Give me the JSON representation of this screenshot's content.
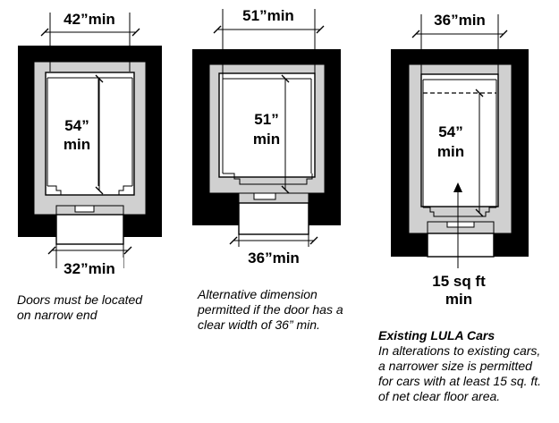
{
  "diagram_a": {
    "top_dim": "42”min",
    "depth_line1": "54”",
    "depth_line2": "min",
    "door_dim": "32”min",
    "caption_line1": "Doors must be located",
    "caption_line2": "on narrow end"
  },
  "diagram_b": {
    "top_dim": "51”min",
    "depth_line1": "51”",
    "depth_line2": "min",
    "door_dim": "36”min",
    "caption_line1": "Alternative dimension",
    "caption_line2": "permitted if the door has a",
    "caption_line3": "clear width of 36” min."
  },
  "diagram_c": {
    "top_dim": "36”min",
    "depth_line1": "54”",
    "depth_line2": "min",
    "area_line1": "15 sq ft",
    "area_line2": "min",
    "caption_title": "Existing LULA Cars",
    "caption_line1": "In alterations to existing cars,",
    "caption_line2": "a narrower size is permitted",
    "caption_line3": "for cars with at least 15 sq. ft.",
    "caption_line4": "of net clear floor area."
  },
  "colors": {
    "wall": "#000000",
    "frame": "#d0d0d0",
    "background": "#ffffff"
  }
}
